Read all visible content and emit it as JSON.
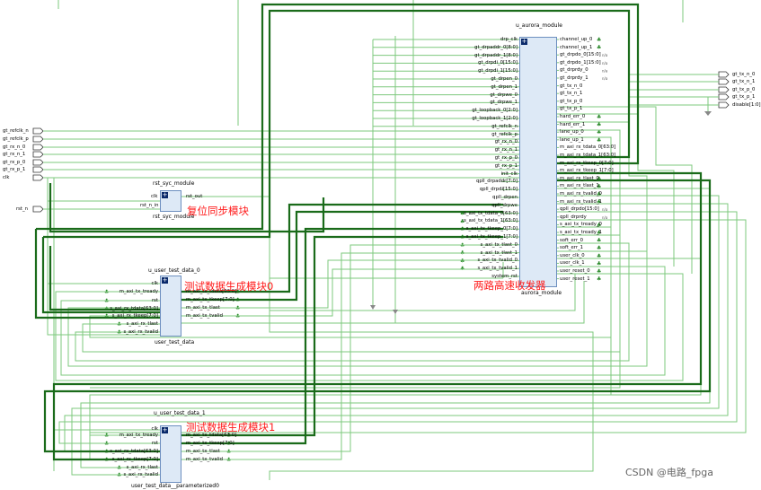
{
  "annotations": {
    "rst_block": "复位同步模块",
    "gen0": "测试数据生成模块0",
    "gen1": "测试数据生成模块1",
    "aurora": "两路高速收发器"
  },
  "watermark": "CSDN @电路_fpga",
  "top_inputs": [
    "gt_refclk_n",
    "gt_refclk_p",
    "gt_rx_n_0",
    "gt_rx_n_1",
    "gt_rx_p_0",
    "gt_rx_p_1",
    "clk"
  ],
  "rst_input": "rst_n",
  "top_outputs": [
    "gt_tx_n_0",
    "gt_tx_n_1",
    "gt_tx_p_0",
    "gt_tx_p_1",
    "disable[1:0]"
  ],
  "rst_module": {
    "instance": "rst_syc_module",
    "type": "rst_syc_module",
    "inputs": [
      "clk",
      "rst_n_in"
    ],
    "outputs": [
      "rst_out"
    ]
  },
  "gen0": {
    "instance": "u_user_test_data_0",
    "type": "user_test_data",
    "inputs": [
      "clk",
      "m_axi_tx_tready",
      "rst",
      "s_axi_rx_tdata[63:0]",
      "s_axi_rx_tkeep[7:0]",
      "s_axi_rx_tlast",
      "s_axi_rx_tvalid"
    ],
    "outputs": [
      "m_axi_tx_tdata[63:0]",
      "m_axi_tx_tkeep[7:0]",
      "m_axi_tx_tlast",
      "m_axi_tx_tvalid"
    ]
  },
  "gen1": {
    "instance": "u_user_test_data_1",
    "type": "user_test_data__parameterized0",
    "inputs": [
      "clk",
      "m_axi_tx_tready",
      "rst",
      "s_axi_rx_tdata[63:0]",
      "s_axi_rx_tkeep[7:0]",
      "s_axi_rx_tlast",
      "s_axi_rx_tvalid"
    ],
    "outputs": [
      "m_axi_tx_tdata[63:0]",
      "m_axi_tx_tkeep[7:0]",
      "m_axi_tx_tlast",
      "m_axi_tx_tvalid"
    ]
  },
  "aurora": {
    "instance": "u_aurora_module",
    "type": "aurora_module",
    "inputs": [
      "drp_clk",
      "gt_drpaddr_0[8:0]",
      "gt_drpaddr_1[8:0]",
      "gt_drpdi_0[15:0]",
      "gt_drpdi_1[15:0]",
      "gt_drpen_0",
      "gt_drpen_1",
      "gt_drpwe_0",
      "gt_drpwe_1",
      "gt_loopback_0[2:0]",
      "gt_loopback_1[2:0]",
      "gt_refclk_n",
      "gt_refclk_p",
      "gt_rx_n_0",
      "gt_rx_n_1",
      "gt_rx_p_0",
      "gt_rx_p_1",
      "init_clk",
      "qpll_drpaddr[7:0]",
      "qpll_drpdi[15:0]",
      "qpll_drpen",
      "qpll_drpwe",
      "s_axi_tx_tdata_0[63:0]",
      "s_axi_tx_tdata_1[63:0]",
      "s_axi_tx_tkeep_0[7:0]",
      "s_axi_tx_tkeep_1[7:0]",
      "s_axi_tx_tlast_0",
      "s_axi_tx_tlast_1",
      "s_axi_tx_tvalid_0",
      "s_axi_tx_tvalid_1",
      "system_rst"
    ],
    "outputs": [
      "channel_up_0",
      "channel_up_1",
      "gt_drpdo_0[15:0]",
      "gt_drpdo_1[15:0]",
      "gt_drprdy_0",
      "gt_drprdy_1",
      "gt_tx_n_0",
      "gt_tx_n_1",
      "gt_tx_p_0",
      "gt_tx_p_1",
      "hard_err_0",
      "hard_err_1",
      "lane_up_0",
      "lane_up_1",
      "m_axi_rx_tdata_0[63:0]",
      "m_axi_rx_tdata_1[63:0]",
      "m_axi_rx_tkeep_0[7:0]",
      "m_axi_rx_tkeep_1[7:0]",
      "m_axi_rx_tlast_0",
      "m_axi_rx_tlast_1",
      "m_axi_rx_tvalid_0",
      "m_axi_rx_tvalid_1",
      "qpll_drpdo[15:0]",
      "qpll_drprdy",
      "s_axi_tx_tready_0",
      "s_axi_tx_tready_1",
      "soft_err_0",
      "soft_err_1",
      "user_clk_0",
      "user_clk_1",
      "user_reset_0",
      "user_reset_1"
    ],
    "nc_outputs": [
      "gt_drpdo_0[15:0]",
      "gt_drpdo_1[15:0]",
      "gt_drprdy_0",
      "gt_drprdy_1",
      "qpll_drpdo[15:0]",
      "qpll_drprdy"
    ]
  },
  "colors": {
    "wire": "#7ec87e",
    "bus": "#1a6b1a",
    "block_fill": "#dde9f6",
    "block_border": "#6d8fbf",
    "annotation": "#ff1a1a"
  }
}
